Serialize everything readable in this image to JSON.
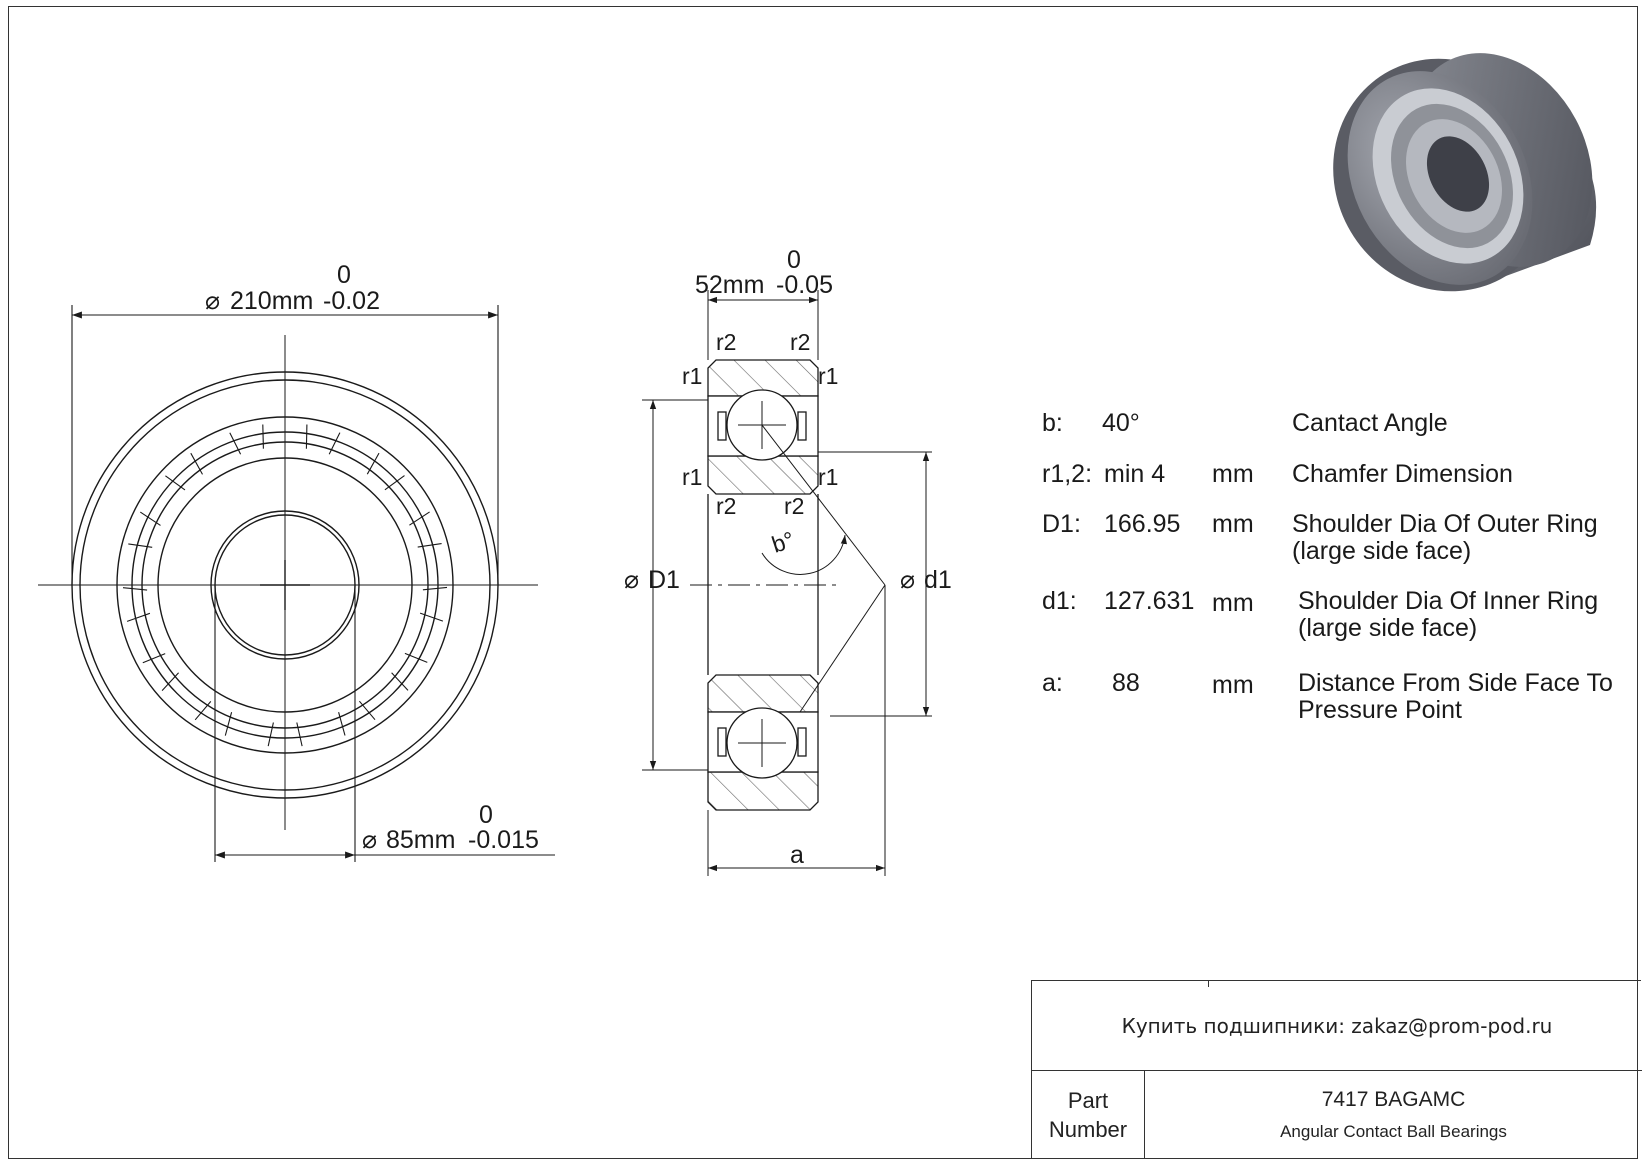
{
  "dimensions": {
    "outer_diameter": {
      "label": "210mm",
      "tol_upper": "0",
      "tol_lower": "-0.02"
    },
    "inner_diameter": {
      "label": "85mm",
      "tol_upper": "0",
      "tol_lower": "-0.015"
    },
    "width": {
      "label": "52mm",
      "tol_upper": "0",
      "tol_lower": "-0.05"
    },
    "diameter_symbol": "⌀",
    "labels": {
      "r1": "r1",
      "r2": "r2",
      "D1": "D1",
      "d1": "d1",
      "a": "a",
      "b": "b°"
    }
  },
  "specs": [
    {
      "key": "b:",
      "value": "40°",
      "unit": "",
      "desc": [
        "Cantact Angle"
      ]
    },
    {
      "key": "r1,2:",
      "value": "min 4",
      "unit": "mm",
      "desc": [
        "Chamfer Dimension"
      ]
    },
    {
      "key": "D1:",
      "value": "166.95",
      "unit": "mm",
      "desc": [
        "Shoulder Dia Of Outer Ring",
        "(large side face)"
      ]
    },
    {
      "key": "d1:",
      "value": "127.631",
      "unit": "mm",
      "desc": [
        "Shoulder Dia Of Inner Ring",
        "(large side face)"
      ]
    },
    {
      "key": "a:",
      "value": "88",
      "unit": "mm",
      "desc": [
        "Distance From Side Face To",
        "Pressure Point"
      ]
    }
  ],
  "title_block": {
    "shop_text": "Купить подшипники: zakaz@prom-pod.ru",
    "part_label_line1": "Part",
    "part_label_line2": "Number",
    "part_number": "7417 BAGAMC",
    "part_description": "Angular Contact Ball Bearings"
  },
  "colors": {
    "line": "#1a1a1a",
    "hatch": "#555555",
    "bearing_body": "#7d8088",
    "bearing_dark": "#4e5058"
  }
}
